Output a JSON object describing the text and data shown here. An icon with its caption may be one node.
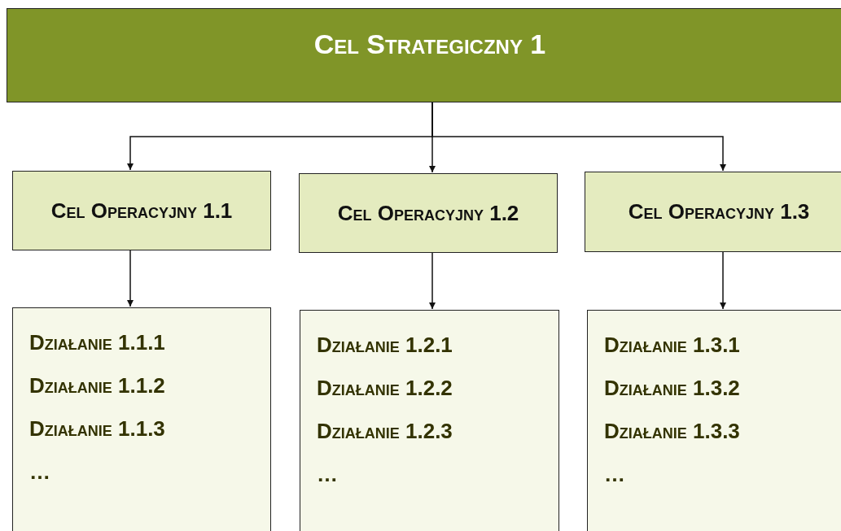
{
  "diagram": {
    "nodes": [
      {
        "text": [
          "Cel Strategiczny 1"
        ]
      },
      {
        "text": [
          "Cel Operacyjny 1.1"
        ]
      },
      {
        "text": [
          "Cel Operacyjny 1.2"
        ]
      },
      {
        "text": [
          "Cel Operacyjny 1.3"
        ]
      },
      {
        "text": [
          "Działanie 1.1.1",
          "Działanie 1.1.2",
          "Działanie 1.1.3",
          "…"
        ]
      },
      {
        "text": [
          "Działanie 1.2.1",
          "Działanie 1.2.2",
          "Działanie 1.2.3",
          "…"
        ]
      },
      {
        "text": [
          "Działanie 1.3.1",
          "Działanie 1.3.2",
          "Działanie 1.3.3",
          "…"
        ]
      }
    ],
    "edges": [
      {
        "from": 0,
        "to": 1,
        "arrow": "to"
      },
      {
        "from": 0,
        "to": 2,
        "arrow": "to"
      },
      {
        "from": 0,
        "to": 3,
        "arrow": "to"
      },
      {
        "from": 1,
        "to": 4,
        "arrow": "to"
      },
      {
        "from": 2,
        "to": 5,
        "arrow": "to"
      },
      {
        "from": 3,
        "to": 6,
        "arrow": "to"
      }
    ]
  }
}
